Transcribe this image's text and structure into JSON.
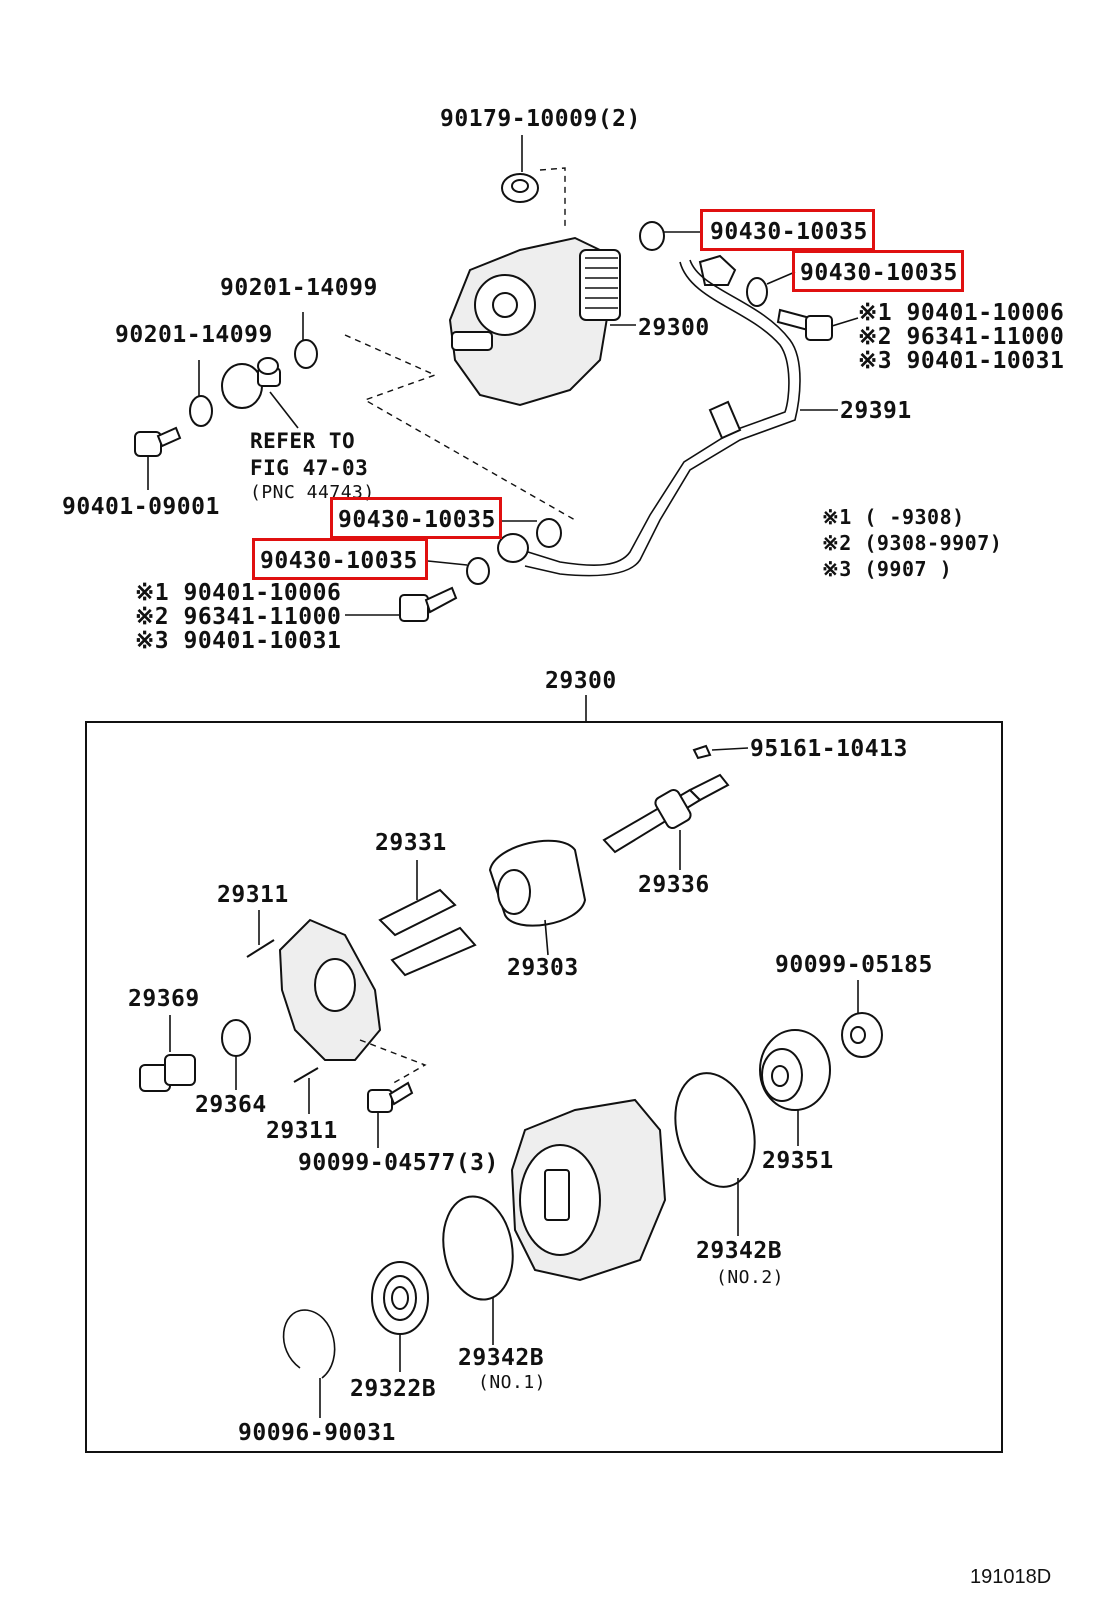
{
  "top_section": {
    "labels": {
      "p90179": "90179-10009(2)",
      "p90430_a": "90430-10035",
      "p90430_b": "90430-10035",
      "p90201_a": "90201-14099",
      "p90201_b": "90201-14099",
      "p29300": "29300",
      "p29391": "29391",
      "p90401_09": "90401-09001",
      "refer_1": "REFER TO",
      "refer_2": "FIG 47-03",
      "refer_3": "(PNC 44743)",
      "p90430_c": "90430-10035",
      "p90430_d": "90430-10035"
    },
    "alt_right": [
      "※1 90401-10006",
      "※2 96341-11000",
      "※3 90401-10031"
    ],
    "alt_left": [
      "※1 90401-10006",
      "※2 96341-11000",
      "※3 90401-10031"
    ],
    "notes": [
      "※1  (       -9308)",
      "※2  (9308-9907)",
      "※3  (9907        )"
    ]
  },
  "detail_section": {
    "header": "29300",
    "labels": {
      "p95161": "95161-10413",
      "p29331": "29331",
      "p29336": "29336",
      "p29311_a": "29311",
      "p29303": "29303",
      "p90099_05": "90099-05185",
      "p29369": "29369",
      "p29364": "29364",
      "p29311_b": "29311",
      "p90099_04": "90099-04577(3)",
      "p29351": "29351",
      "p29342_2": "29342B",
      "no2": "(NO.2)",
      "p29342_1": "29342B",
      "no1": "(NO.1)",
      "p29322": "29322B",
      "p90096": "90096-90031"
    }
  },
  "figure_id": "191018D",
  "highlight_color": "#e01010"
}
